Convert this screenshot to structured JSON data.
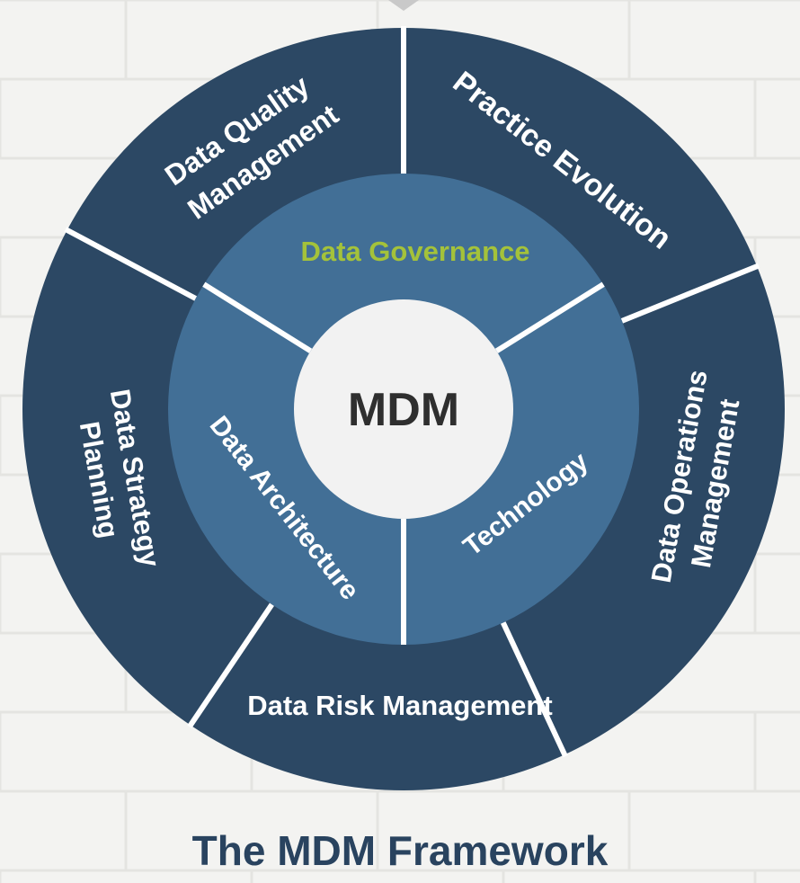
{
  "colors": {
    "outer_ring": "#2c4864",
    "inner_ring": "#426f96",
    "center": "#f2f2f2",
    "divider": "#ffffff",
    "outer_text": "#ffffff",
    "governance_text": "#a4c23a",
    "center_text": "#2f2f2f",
    "title_text": "#29435f",
    "background": "#f3f3f1",
    "brick_lines": "#e4e4e1"
  },
  "center": {
    "label": "MDM"
  },
  "inner_ring": {
    "segments": [
      {
        "label": "Data Governance",
        "icon": ""
      },
      {
        "label": "Technology",
        "icon": ""
      },
      {
        "label": "Data Architecture",
        "icon": ""
      }
    ]
  },
  "outer_ring": {
    "segments": [
      {
        "lines": [
          "Data Quality",
          "Management"
        ]
      },
      {
        "lines": [
          "Practice Evolution"
        ]
      },
      {
        "lines": [
          "Data Operations",
          "Management"
        ]
      },
      {
        "lines": [
          "Data Risk Management"
        ]
      },
      {
        "lines": [
          "Data Strategy",
          "Planning"
        ]
      }
    ]
  },
  "footer": {
    "title": "The MDM Framework"
  }
}
